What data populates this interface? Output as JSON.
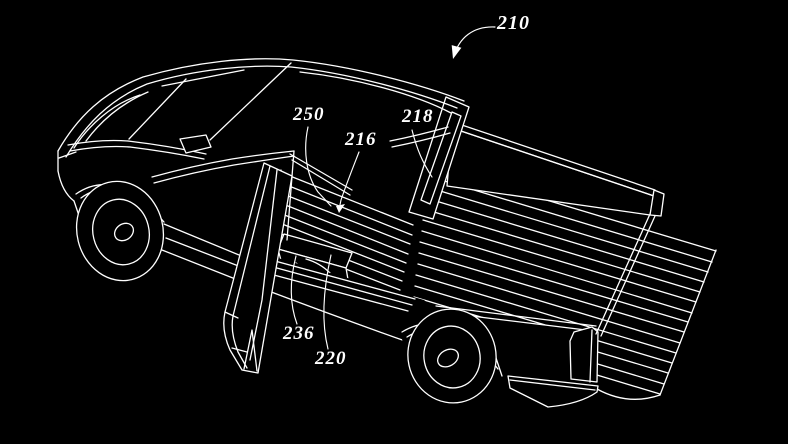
{
  "figure": {
    "colors": {
      "background": "#000000",
      "line": "#ffffff"
    },
    "labels": [
      {
        "text": "210"
      },
      {
        "text": "250"
      },
      {
        "text": "216"
      },
      {
        "text": "218"
      },
      {
        "text": "236"
      },
      {
        "text": "220"
      }
    ]
  }
}
